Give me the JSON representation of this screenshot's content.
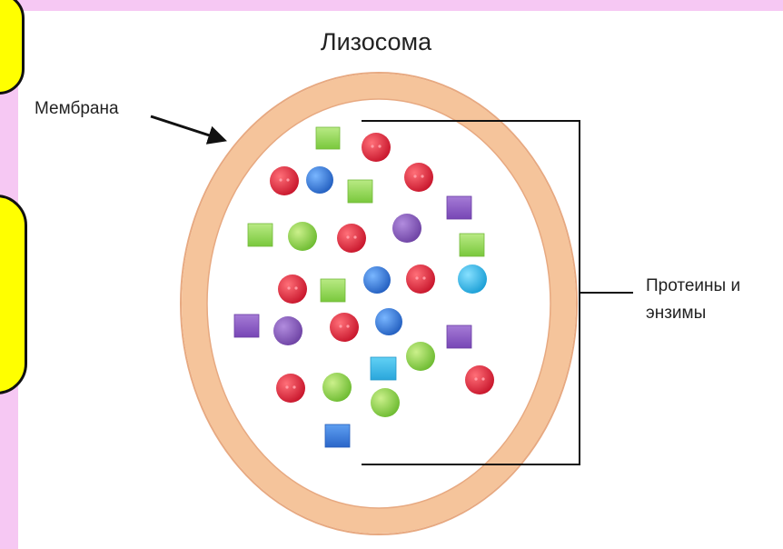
{
  "diagram": {
    "title": "Лизосома",
    "membrane_label": "Мембрана",
    "contents_label_line1": "Протеины и",
    "contents_label_line2": "энзимы"
  },
  "colors": {
    "background": "#f6c8f3",
    "membrane": "#f5c49b",
    "membrane_edge": "#e7a981",
    "red_particle": "#d8263a",
    "blue_particle": "#2f74d8",
    "green_particle": "#8fd045",
    "purple_particle": "#8a57c0",
    "cyan_particle": "#25b7e8",
    "side_shape": "#ffff00"
  },
  "icons": {
    "membrane_pointer": "arrow-right-down",
    "contents_bracket": "right-square-bracket"
  }
}
